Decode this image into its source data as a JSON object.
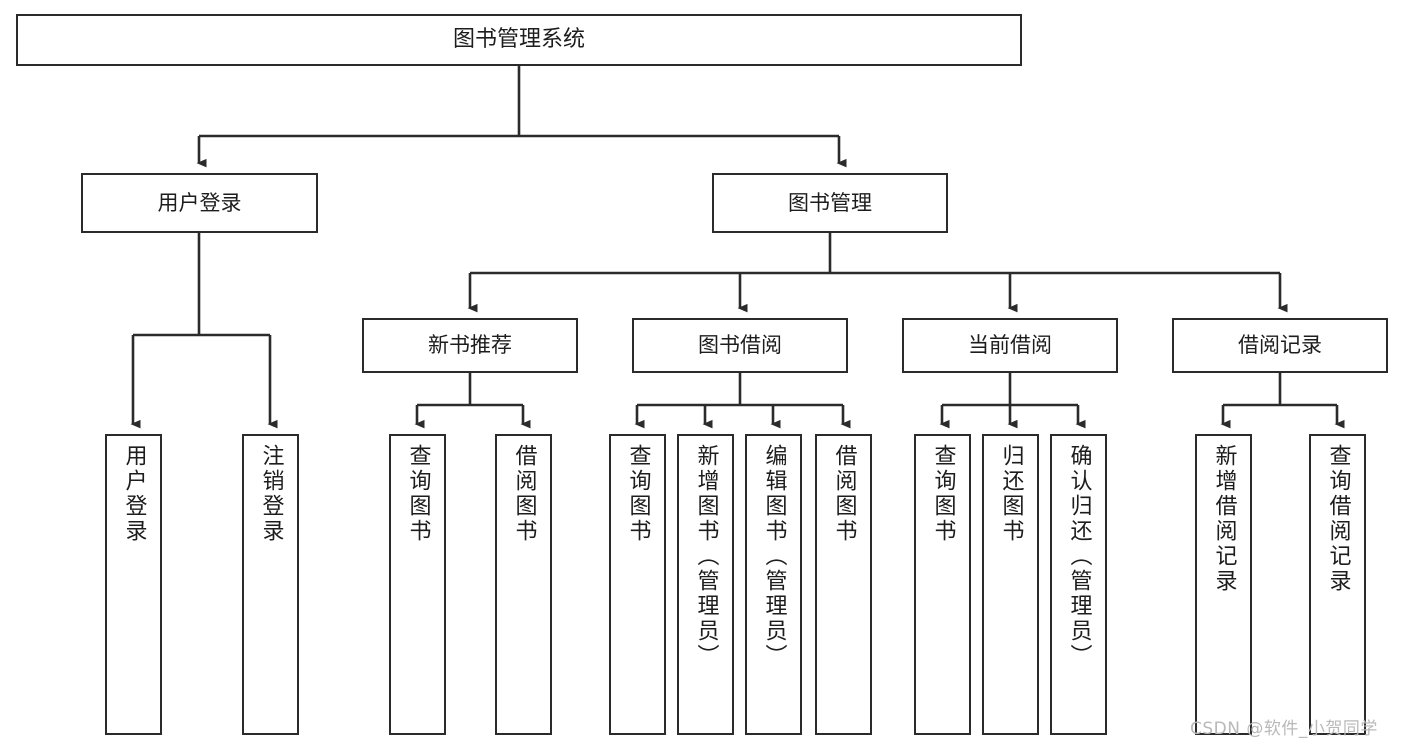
{
  "diagram": {
    "title": "图书管理系统",
    "type": "tree",
    "root": {
      "id": "root",
      "label": "图书管理系统"
    },
    "level2": [
      {
        "id": "user-login",
        "label": "用户登录"
      },
      {
        "id": "book-admin",
        "label": "图书管理"
      }
    ],
    "level3": [
      {
        "id": "new-book-rec",
        "label": "新书推荐"
      },
      {
        "id": "book-borrow",
        "label": "图书借阅"
      },
      {
        "id": "current-borrow",
        "label": "当前借阅"
      },
      {
        "id": "borrow-record",
        "label": "借阅记录"
      }
    ],
    "leaves": [
      {
        "id": "leaf-user-login",
        "label": "用户登录"
      },
      {
        "id": "leaf-user-logout",
        "label": "注销登录"
      },
      {
        "id": "leaf-rec-query-book",
        "label": "查询图书"
      },
      {
        "id": "leaf-rec-borrow-book",
        "label": "借阅图书"
      },
      {
        "id": "leaf-borrow-query-book",
        "label": "查询图书"
      },
      {
        "id": "leaf-borrow-add-book",
        "label": "新增图书（管理员）"
      },
      {
        "id": "leaf-borrow-edit-book",
        "label": "编辑图书（管理员）"
      },
      {
        "id": "leaf-borrow-borrow-book",
        "label": "借阅图书"
      },
      {
        "id": "leaf-current-query-book",
        "label": "查询图书"
      },
      {
        "id": "leaf-current-return-book",
        "label": "归还图书"
      },
      {
        "id": "leaf-current-confirm-return",
        "label": "确认归还（管理员）"
      },
      {
        "id": "leaf-record-add",
        "label": "新增借阅记录"
      },
      {
        "id": "leaf-record-query",
        "label": "查询借阅记录"
      }
    ],
    "watermark": "CSDN @软件_小贺同学",
    "colors": {
      "stroke": "#2b2b2b",
      "fill": "#ffffff",
      "text": "#1d1d1d",
      "watermark": "#b9b9b9"
    }
  }
}
